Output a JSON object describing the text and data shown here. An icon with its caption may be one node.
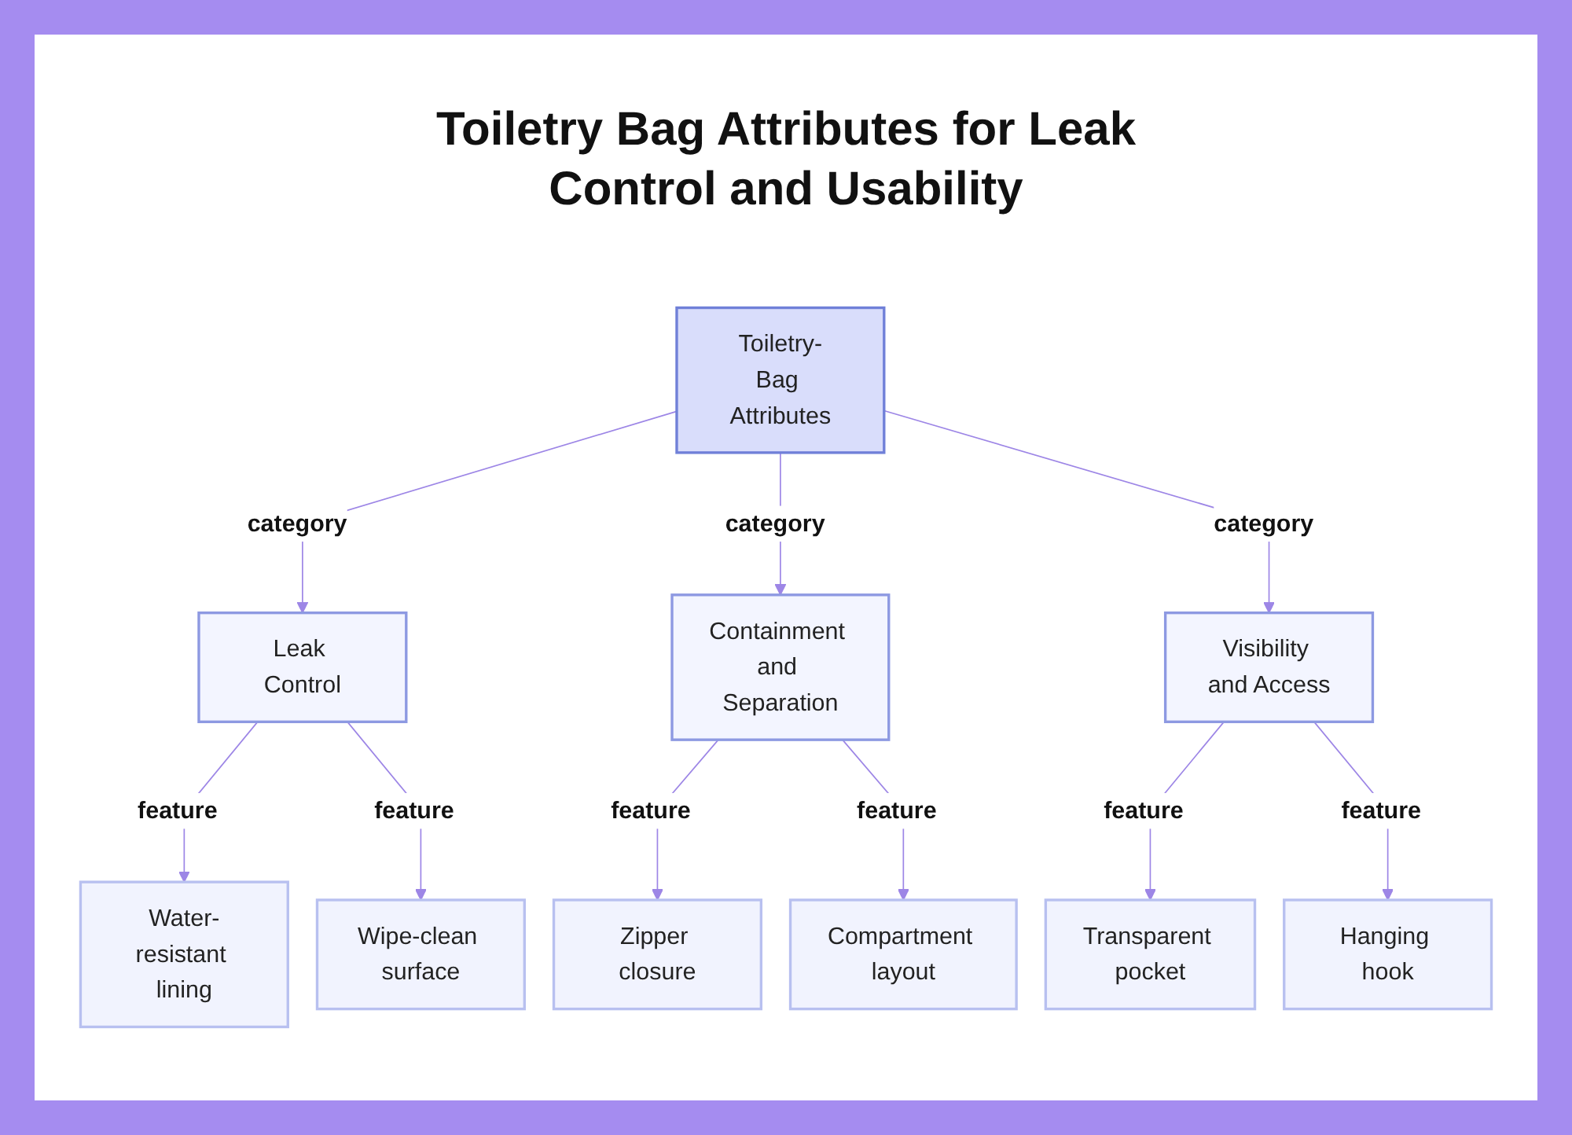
{
  "diagram": {
    "title": "Toiletry Bag Attributes for Leak Control and Usability",
    "nodes": [
      {
        "text": [
          "Toiletry-Bag Attributes"
        ]
      },
      {
        "text": [
          "Leak Control"
        ]
      },
      {
        "text": [
          "Containment and Separation"
        ]
      },
      {
        "text": [
          "Visibility and Access"
        ]
      },
      {
        "text": [
          "Water-resistant lining"
        ]
      },
      {
        "text": [
          "Wipe-clean surface"
        ]
      },
      {
        "text": [
          "Zipper closure"
        ]
      },
      {
        "text": [
          "Compartment layout"
        ]
      },
      {
        "text": [
          "Transparent pocket"
        ]
      },
      {
        "text": [
          "Hanging hook"
        ]
      }
    ],
    "edges": [
      {
        "from": 0,
        "to": 1,
        "arrow": "to",
        "label": "category"
      },
      {
        "from": 0,
        "to": 2,
        "arrow": "to",
        "label": "category"
      },
      {
        "from": 0,
        "to": 3,
        "arrow": "to",
        "label": "category"
      },
      {
        "from": 1,
        "to": 4,
        "arrow": "to",
        "label": "feature"
      },
      {
        "from": 1,
        "to": 5,
        "arrow": "to",
        "label": "feature"
      },
      {
        "from": 2,
        "to": 6,
        "arrow": "to",
        "label": "feature"
      },
      {
        "from": 2,
        "to": 7,
        "arrow": "to",
        "label": "feature"
      },
      {
        "from": 3,
        "to": 8,
        "arrow": "to",
        "label": "feature"
      },
      {
        "from": 3,
        "to": 9,
        "arrow": "to",
        "label": "feature"
      }
    ]
  }
}
